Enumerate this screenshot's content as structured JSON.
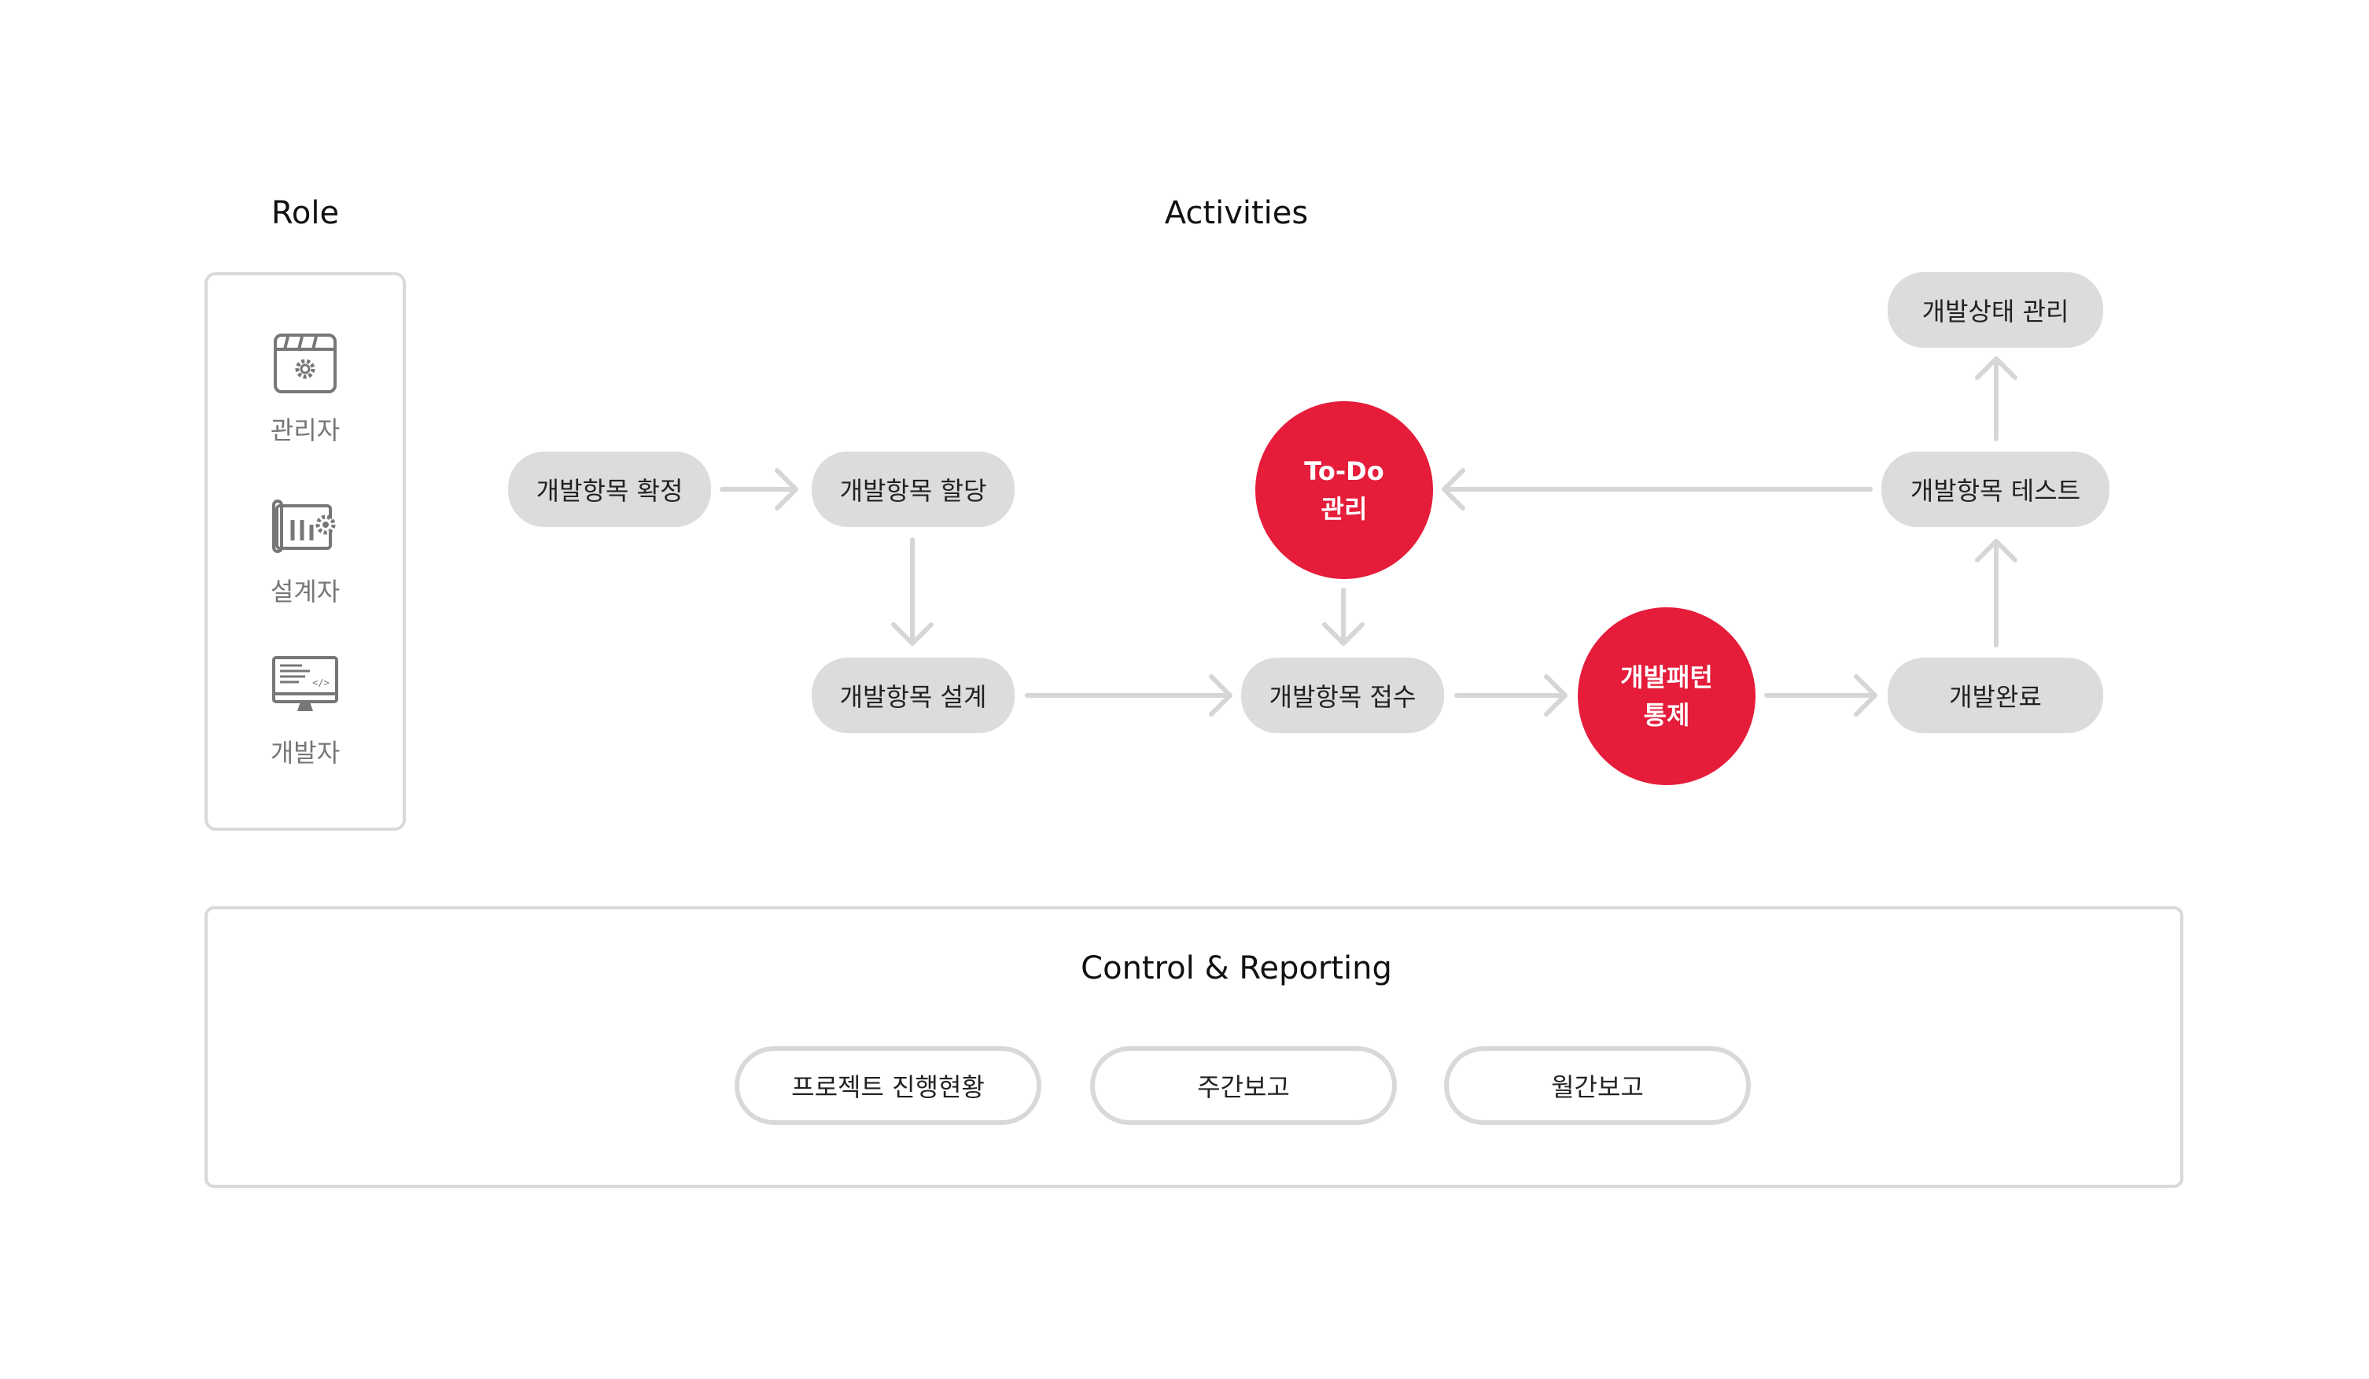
{
  "headers": {
    "role": "Role",
    "activities": "Activities",
    "control": "Control & Reporting"
  },
  "roles": [
    {
      "label": "관리자",
      "icon": "calendar-gear-icon"
    },
    {
      "label": "설계자",
      "icon": "blueprint-gear-icon"
    },
    {
      "label": "개발자",
      "icon": "monitor-code-icon"
    }
  ],
  "nodes": {
    "confirm": "개발항목 확정",
    "assign": "개발항목 할당",
    "design": "개발항목 설계",
    "receive": "개발항목 접수",
    "complete": "개발완료",
    "test": "개발항목 테스트",
    "status": "개발상태 관리"
  },
  "circles": {
    "todo": {
      "line1": "To-Do",
      "line2": "관리"
    },
    "pattern": {
      "line1": "개발패턴",
      "line2": "통제"
    }
  },
  "reports": [
    "프로젝트 진행현황",
    "주간보고",
    "월간보고"
  ],
  "colors": {
    "accent": "#e51c3a",
    "pill": "#dcdcdc",
    "border": "#d9d9d9",
    "arrow": "#d6d6d6"
  }
}
